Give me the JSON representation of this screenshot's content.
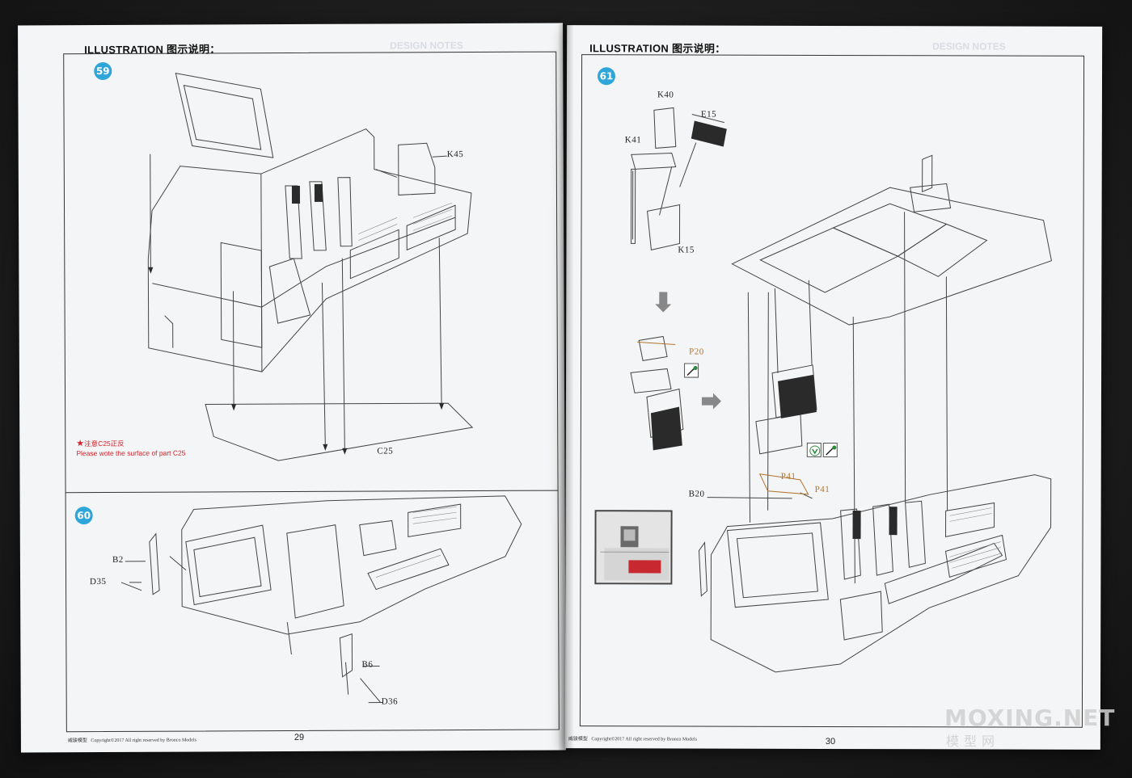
{
  "page_left": {
    "header": "ILLUSTRATION 图示说明：",
    "header_ghost": "DESIGN NOTES",
    "steps": [
      {
        "number": "59",
        "labels": [
          "K45",
          "C25"
        ]
      },
      {
        "number": "60",
        "labels": [
          "B2",
          "D35",
          "B6",
          "D36"
        ]
      }
    ],
    "note_cn": "注意C25正反",
    "note_en": "Please wote the surface of part C25",
    "footer_brand": "威骏模型",
    "footer_copy": "Copyright©2017  All right reserved by Bronco Models",
    "page_number": "29"
  },
  "page_right": {
    "header": "ILLUSTRATION 图示说明：",
    "header_ghost": "DESIGN NOTES",
    "steps": [
      {
        "number": "61",
        "labels": [
          "K40",
          "E15",
          "K41",
          "K15",
          "P20",
          "B20",
          "P41",
          "P41"
        ]
      }
    ],
    "footer_brand": "威骏模型",
    "footer_copy": "Copyright©2017  All right reserved by Bronco Models",
    "page_number": "30"
  },
  "watermark": {
    "main": "MOXING.NET",
    "sub": "模型网"
  },
  "colors": {
    "step_badge": "#2ea6da",
    "note_red": "#d6202a",
    "paper": "#f4f5f6",
    "ink": "#333333",
    "part_orange": "#b3742d",
    "inset_red": "#c8282f",
    "net_dark": "#2a2a2a"
  }
}
